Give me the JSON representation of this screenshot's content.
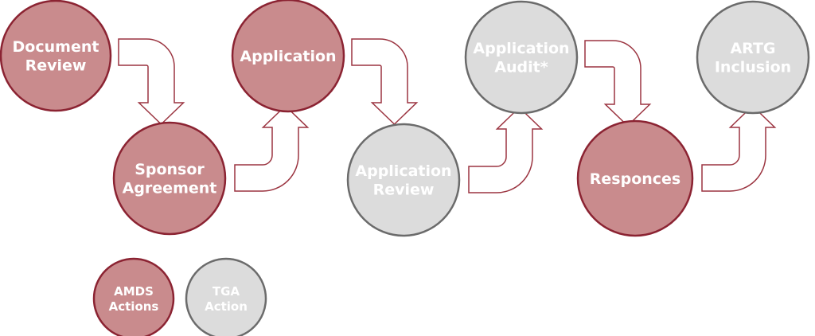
{
  "colors": {
    "amds_fill": "#c98b8d",
    "amds_stroke": "#8b2332",
    "tga_fill": "#dcdcdc",
    "tga_stroke": "#6b6b6b",
    "arrow_fill": "#ffffff",
    "arrow_stroke": "#9b3440",
    "text": "#ffffff"
  },
  "steps": [
    {
      "id": "document-review",
      "lines": [
        "Document",
        "Review"
      ],
      "owner": "AMDS"
    },
    {
      "id": "sponsor-agreement",
      "lines": [
        "Sponsor",
        "Agreement"
      ],
      "owner": "AMDS"
    },
    {
      "id": "application",
      "lines": [
        "Application"
      ],
      "owner": "AMDS"
    },
    {
      "id": "application-review",
      "lines": [
        "Application",
        "Review"
      ],
      "owner": "TGA"
    },
    {
      "id": "application-audit",
      "lines": [
        "Application",
        "Audit*"
      ],
      "owner": "TGA"
    },
    {
      "id": "responces",
      "lines": [
        "Responces"
      ],
      "owner": "AMDS"
    },
    {
      "id": "artg-inclusion",
      "lines": [
        "ARTG",
        "Inclusion"
      ],
      "owner": "TGA"
    }
  ],
  "edges": [
    {
      "from": "document-review",
      "to": "sponsor-agreement",
      "direction": "down"
    },
    {
      "from": "sponsor-agreement",
      "to": "application",
      "direction": "up"
    },
    {
      "from": "application",
      "to": "application-review",
      "direction": "down"
    },
    {
      "from": "application-review",
      "to": "application-audit",
      "direction": "up"
    },
    {
      "from": "application-audit",
      "to": "responces",
      "direction": "down"
    },
    {
      "from": "responces",
      "to": "artg-inclusion",
      "direction": "up"
    }
  ],
  "legend": [
    {
      "owner": "AMDS",
      "lines": [
        "AMDS",
        "Actions"
      ]
    },
    {
      "owner": "TGA",
      "lines": [
        "TGA",
        "Action"
      ]
    }
  ]
}
